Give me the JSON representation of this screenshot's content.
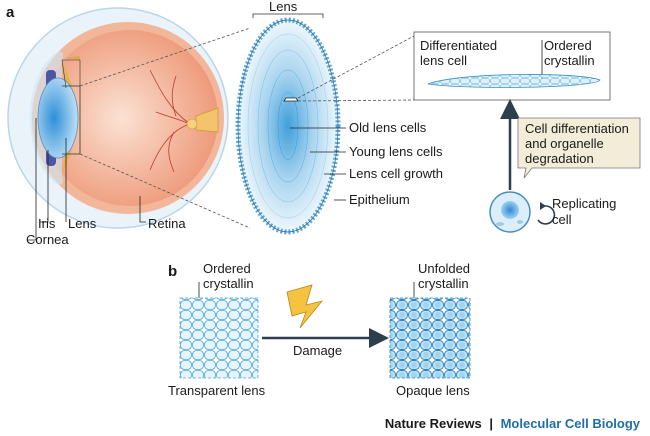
{
  "panels": {
    "a": "a",
    "b": "b"
  },
  "eye": {
    "labels": {
      "iris": "Iris",
      "cornea": "Cornea",
      "lens": "Lens",
      "retina": "Retina"
    }
  },
  "lens_section": {
    "title": "Lens",
    "labels": {
      "old_cells": "Old lens cells",
      "young_cells": "Young lens cells",
      "growth": "Lens cell growth",
      "epithelium": "Epithelium"
    }
  },
  "inset": {
    "differentiated_line1": "Differentiated",
    "differentiated_line2": "lens cell",
    "ordered_line1": "Ordered",
    "ordered_line2": "crystallin"
  },
  "callout": {
    "line1": "Cell differentiation",
    "line2": "and organelle",
    "line3": "degradation"
  },
  "replicating": {
    "line1": "Replicating",
    "line2": "cell"
  },
  "panel_b": {
    "left_top1": "Ordered",
    "left_top2": "crystallin",
    "right_top1": "Unfolded",
    "right_top2": "crystallin",
    "arrow_label": "Damage",
    "left_bottom": "Transparent lens",
    "right_bottom": "Opaque lens"
  },
  "footer": {
    "journal": "Nature Reviews",
    "separator": "|",
    "title": "Molecular Cell Biology"
  },
  "colors": {
    "accent": "#1f6fa6",
    "lens_blue": "#4aa6da",
    "retina_red": "#e8876a",
    "lightning": "#f5c242",
    "callout_bg": "#f3ecd9"
  }
}
